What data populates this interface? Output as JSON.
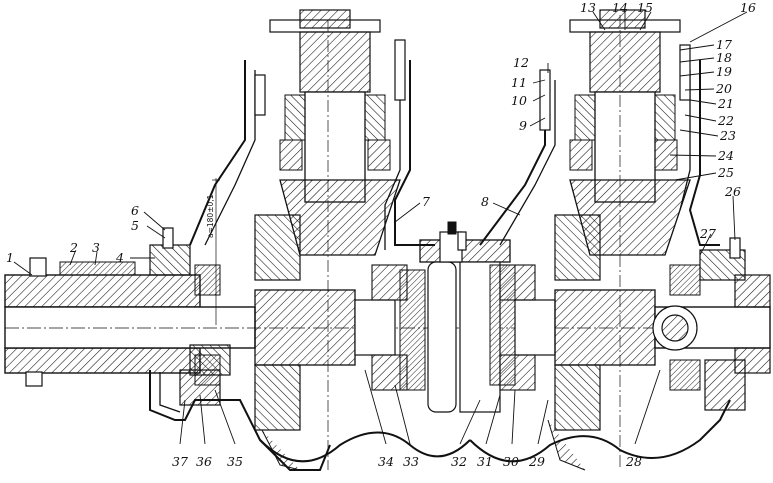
{
  "figure": {
    "callouts": [
      {
        "id": "1",
        "label": "1"
      },
      {
        "id": "2",
        "label": "2"
      },
      {
        "id": "3",
        "label": "3"
      },
      {
        "id": "4",
        "label": "4"
      },
      {
        "id": "5",
        "label": "5"
      },
      {
        "id": "6",
        "label": "6"
      },
      {
        "id": "7",
        "label": "7"
      },
      {
        "id": "8",
        "label": "8"
      },
      {
        "id": "9",
        "label": "9"
      },
      {
        "id": "10",
        "label": "10"
      },
      {
        "id": "11",
        "label": "11"
      },
      {
        "id": "12",
        "label": "12"
      },
      {
        "id": "13",
        "label": "13"
      },
      {
        "id": "14",
        "label": "14"
      },
      {
        "id": "15",
        "label": "15"
      },
      {
        "id": "16",
        "label": "16"
      },
      {
        "id": "17",
        "label": "17"
      },
      {
        "id": "18",
        "label": "18"
      },
      {
        "id": "19",
        "label": "19"
      },
      {
        "id": "20",
        "label": "20"
      },
      {
        "id": "21",
        "label": "21"
      },
      {
        "id": "22",
        "label": "22"
      },
      {
        "id": "23",
        "label": "23"
      },
      {
        "id": "24",
        "label": "24"
      },
      {
        "id": "25",
        "label": "25"
      },
      {
        "id": "26",
        "label": "26"
      },
      {
        "id": "27",
        "label": "27"
      },
      {
        "id": "28",
        "label": "28"
      },
      {
        "id": "29",
        "label": "29"
      },
      {
        "id": "30",
        "label": "30"
      },
      {
        "id": "31",
        "label": "31"
      },
      {
        "id": "32",
        "label": "32"
      },
      {
        "id": "33",
        "label": "33"
      },
      {
        "id": "34",
        "label": "34"
      },
      {
        "id": "35",
        "label": "35"
      },
      {
        "id": "36",
        "label": "36"
      },
      {
        "id": "37",
        "label": "37"
      }
    ],
    "dimension_label": "a=180±0,1"
  }
}
